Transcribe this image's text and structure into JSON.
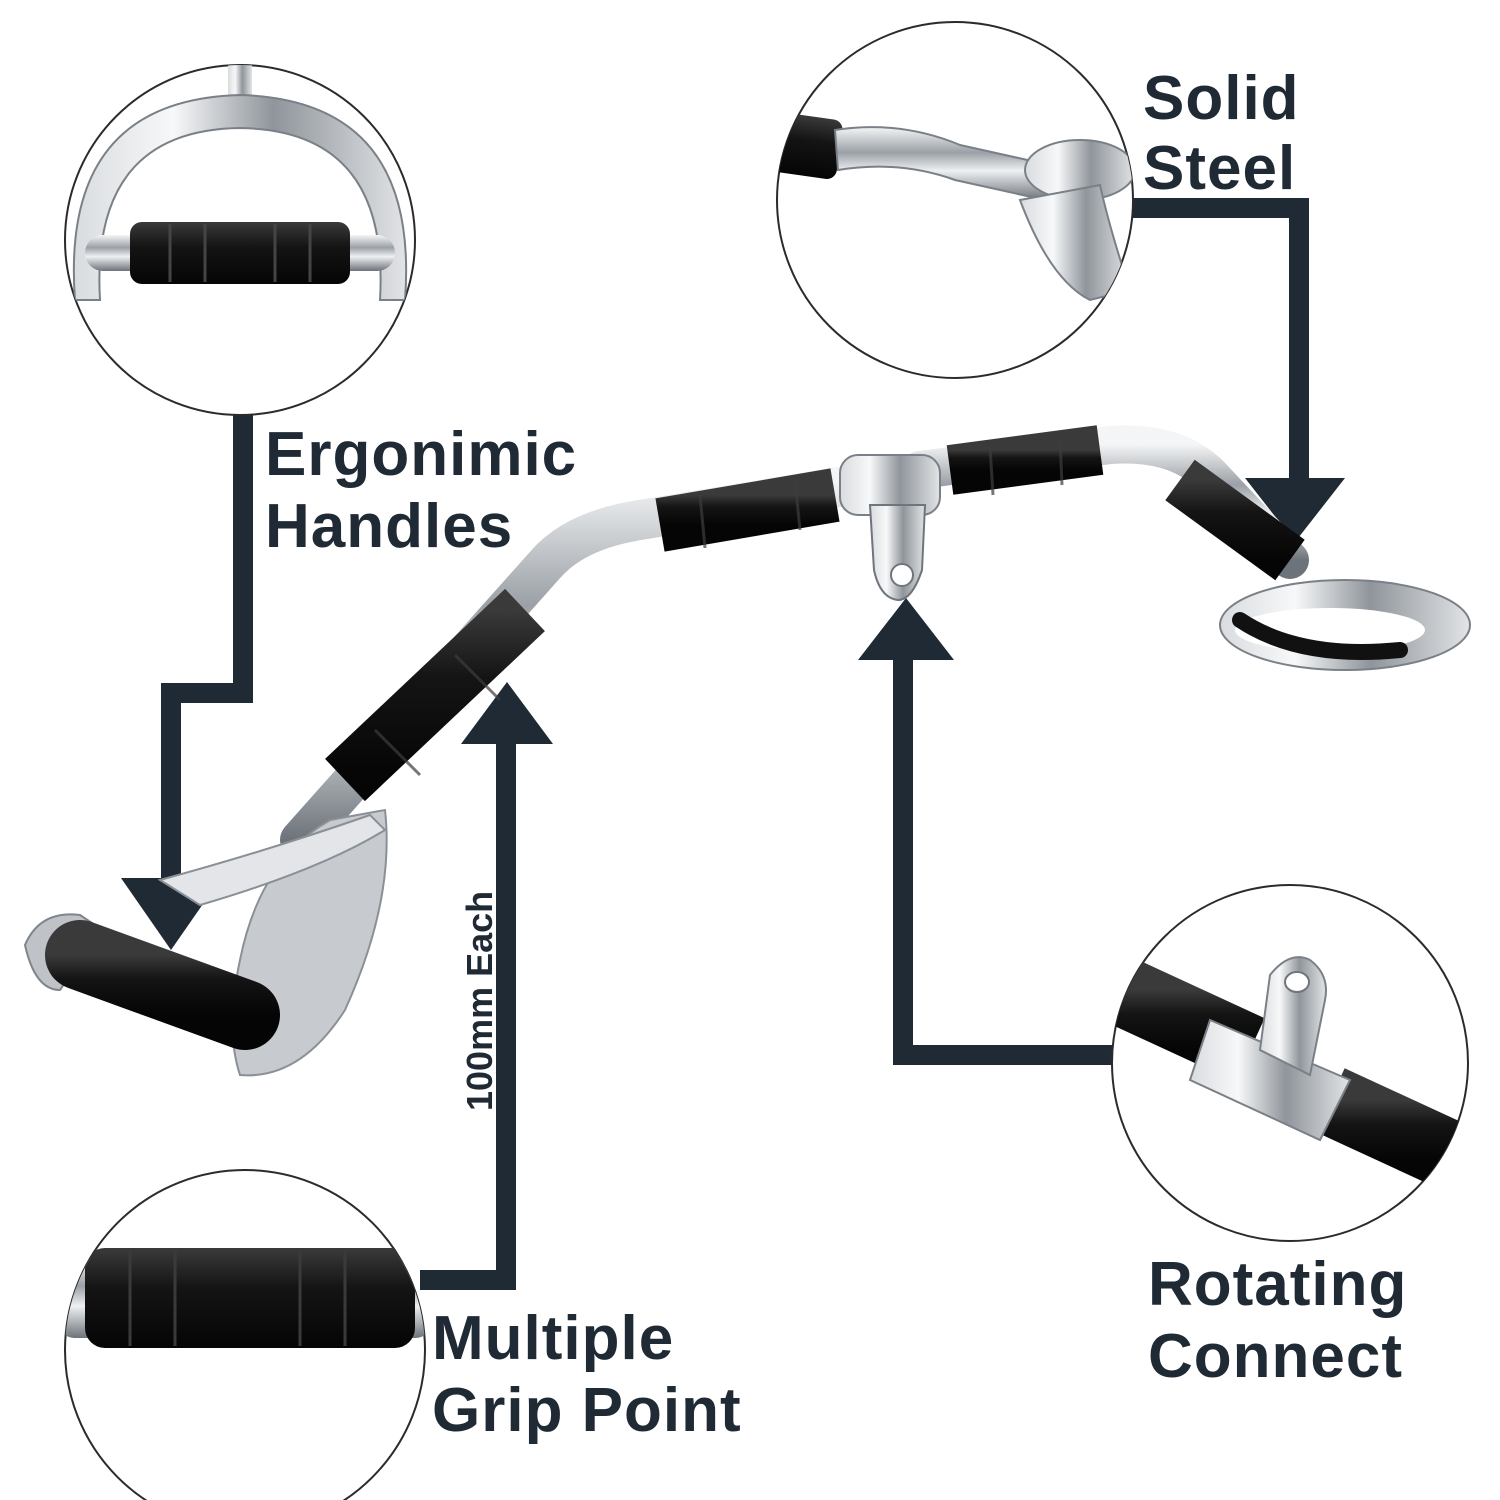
{
  "labels": {
    "solid_steel": [
      "Solid",
      "Steel"
    ],
    "ergonomic_handles": [
      "Ergonimic",
      "Handles"
    ],
    "multiple_grip": [
      "Multiple",
      "Grip Point"
    ],
    "rotating_connect": [
      "Rotating",
      "Connect"
    ],
    "grip_length": "100mm Each"
  },
  "colors": {
    "label": "#1f2a35",
    "arrow": "#1f2a35",
    "rubber": "#1a1a1a",
    "chrome": "#c9ccd0",
    "background": "#ffffff"
  }
}
